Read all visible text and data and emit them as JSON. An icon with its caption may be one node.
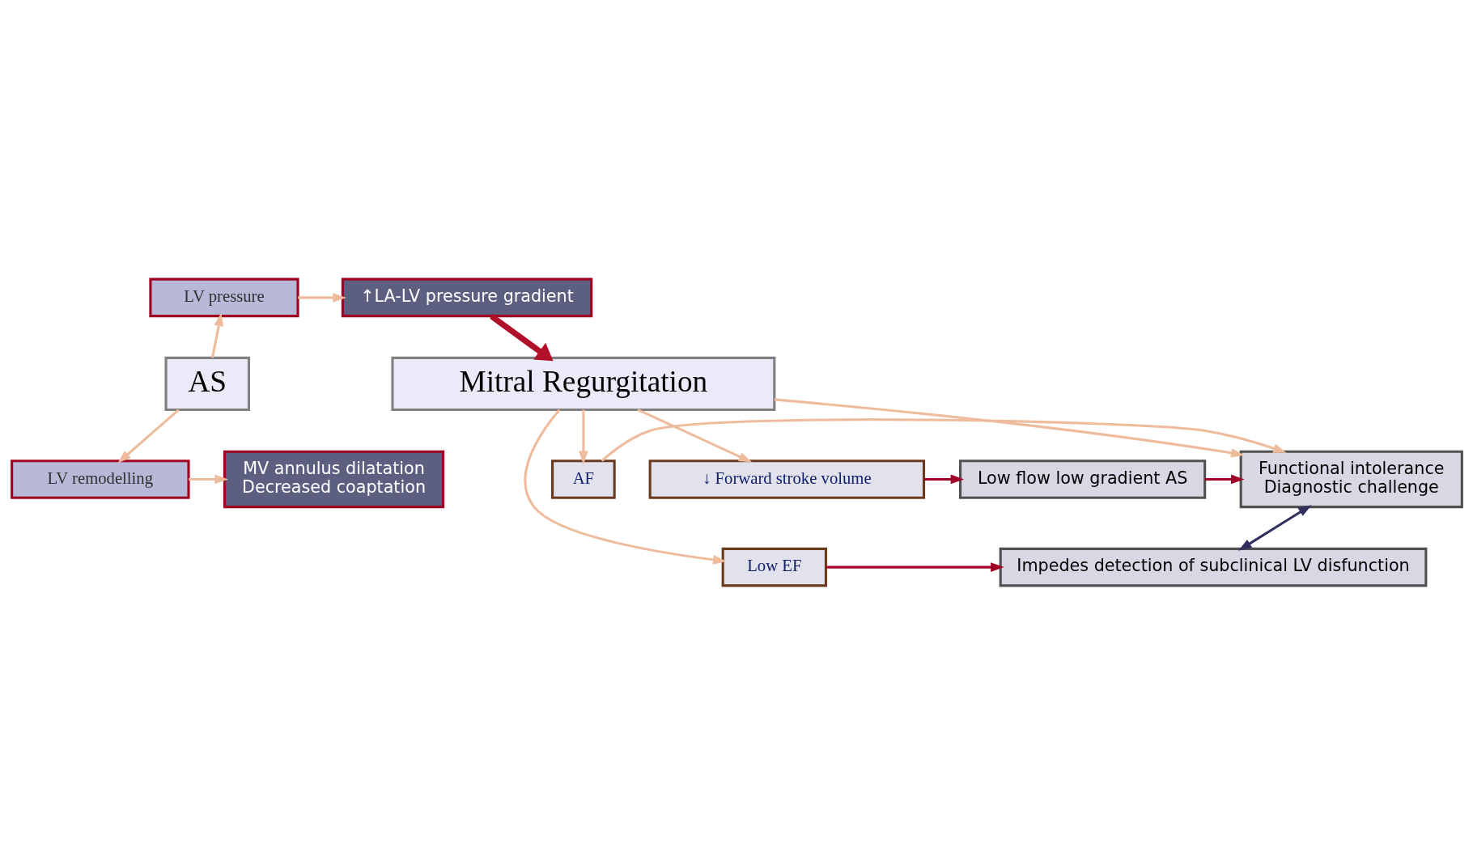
{
  "diagram": {
    "nodes": [
      {
        "text": [
          "LV remodelling"
        ]
      },
      {
        "text": [
          "LV pressure"
        ]
      },
      {
        "text": [
          "MV annulus dilatation",
          "Decreased coaptation"
        ]
      },
      {
        "text": [
          "↑LA-LV pressure gradient"
        ]
      },
      {
        "text": [
          "AS"
        ]
      },
      {
        "text": [
          "Mitral Regurgitation"
        ]
      },
      {
        "text": [
          "AF"
        ]
      },
      {
        "text": [
          "Functional intolerance",
          "Diagnostic challenge"
        ]
      },
      {
        "text": [
          "Low flow low gradient AS"
        ]
      },
      {
        "text": [
          "↓ Forward stroke volume"
        ]
      },
      {
        "text": [
          "Impedes detection of subclinical LV disfunction"
        ]
      },
      {
        "text": [
          "Low EF"
        ]
      }
    ],
    "edges": [
      {
        "from": 4,
        "to": 0,
        "arrow": "to"
      },
      {
        "from": 4,
        "to": 1,
        "arrow": "to"
      },
      {
        "from": 0,
        "to": 2,
        "arrow": "to"
      },
      {
        "from": 1,
        "to": 3,
        "arrow": "to"
      },
      {
        "from": 3,
        "to": 5,
        "arrow": "to",
        "style": "thick",
        "color": "#b0102a"
      },
      {
        "from": 5,
        "to": 6,
        "arrow": "to"
      },
      {
        "from": 5,
        "to": 9,
        "arrow": "to"
      },
      {
        "from": 5,
        "to": 11,
        "arrow": "to"
      },
      {
        "from": 5,
        "to": 7,
        "arrow": "to"
      },
      {
        "from": 6,
        "to": 7,
        "arrow": "to"
      },
      {
        "from": 9,
        "to": 8,
        "arrow": "to",
        "color": "#a00028"
      },
      {
        "from": 8,
        "to": 7,
        "arrow": "to",
        "color": "#a00028"
      },
      {
        "from": 11,
        "to": 10,
        "arrow": "to",
        "color": "#a00028"
      },
      {
        "from": 7,
        "to": 10,
        "arrow": "both",
        "color": "#303060"
      }
    ]
  }
}
